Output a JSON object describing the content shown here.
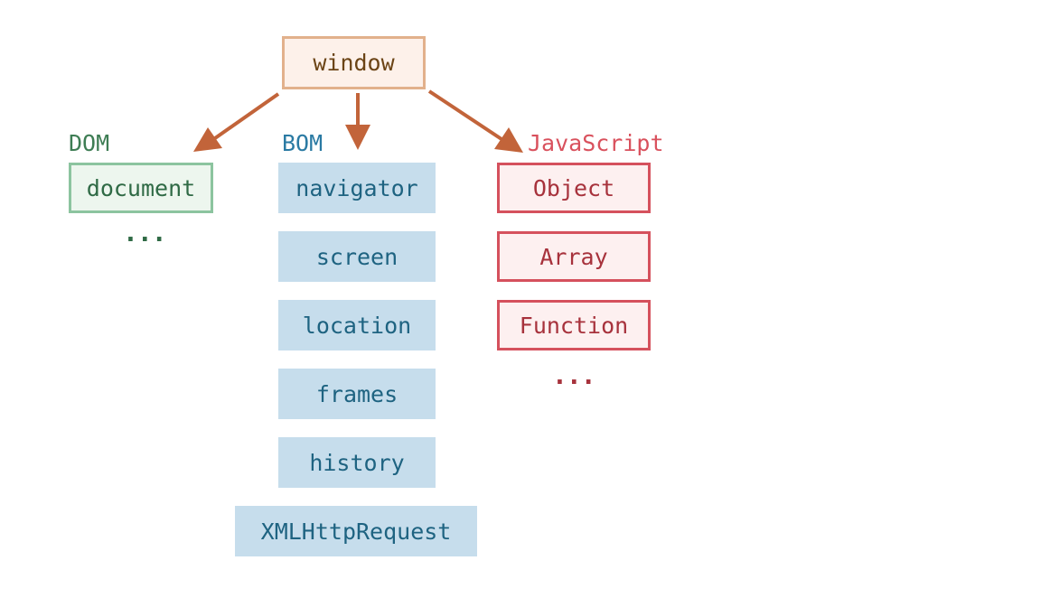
{
  "root": {
    "label": "window"
  },
  "groups": {
    "dom": {
      "heading": "DOM",
      "items": [
        "document"
      ],
      "more": "..."
    },
    "bom": {
      "heading": "BOM",
      "items": [
        "navigator",
        "screen",
        "location",
        "frames",
        "history",
        "XMLHttpRequest"
      ]
    },
    "javascript": {
      "heading": "JavaScript",
      "items": [
        "Object",
        "Array",
        "Function"
      ],
      "more": "..."
    }
  },
  "colors": {
    "arrow": "#c2643a",
    "window_border": "#e2b18c",
    "dom_border": "#8cc49f",
    "bom_fill": "#c6ddec",
    "js_border": "#d5515d"
  }
}
